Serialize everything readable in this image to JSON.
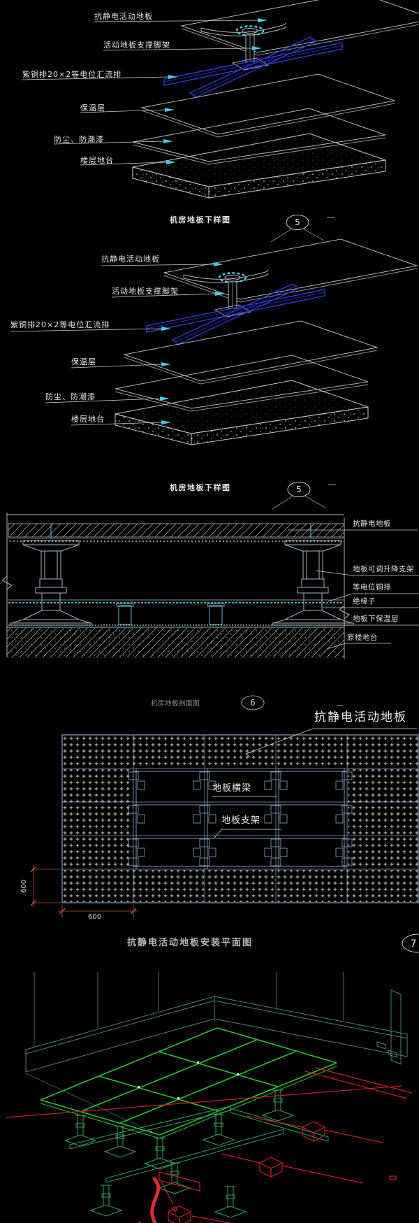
{
  "drawing": {
    "theme": "cad-black",
    "colors": {
      "background": "#000000",
      "line": "#aeb6bd",
      "cyan_accent": "#49c8e8",
      "blue_brace": "#2d3bd0",
      "steel_blue": "#7d95b5",
      "dim_red": "#8e3a3a",
      "bright_red": "#cc2222",
      "green": "#2bc12b",
      "teal_wall": "#4e8080"
    }
  },
  "exploded": {
    "labels": [
      "抗静电活动地板",
      "活动地板支撑脚架",
      "紫铜排20×2等电位汇流排",
      "保温层",
      "防尘、防潮漆",
      "楼层地台"
    ]
  },
  "captions": {
    "detail": {
      "title": "机房地板下样图",
      "number": "5"
    },
    "section": {
      "title": "机房地板剖面图",
      "number": "6"
    },
    "plan": {
      "title": "抗静电活动地板安装平面图",
      "number": "7"
    }
  },
  "section": {
    "labels": [
      "抗静电地板",
      "地板可调升降支架",
      "等电位铜排",
      "绝缘子",
      "地板下保温层",
      "原楼地台"
    ]
  },
  "plan": {
    "big_label": "抗静电活动地板",
    "beam_label": "地板横梁",
    "support_label": "地板支架",
    "dim_width": "600",
    "dim_height": "600"
  }
}
